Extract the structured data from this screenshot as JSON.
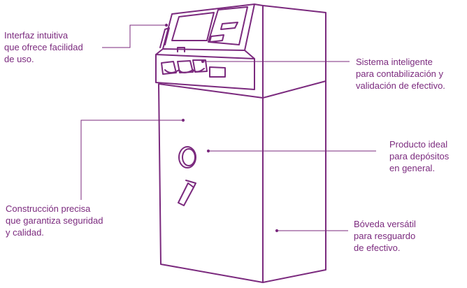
{
  "colors": {
    "stroke": "#7b2a7e",
    "text": "#7b2a7e",
    "background": "#ffffff"
  },
  "callouts": {
    "interface": "Interfaz intuitiva\nque ofrece facilidad\nde uso.",
    "system": "Sistema inteligente\npara contabilización y\nvalidación de efectivo.",
    "product": "Producto ideal\npara depósitos\nen general.",
    "construction": "Construcción precisa\nque garantiza seguridad\ny calidad.",
    "vault": "Bóveda versátil\npara resguardo\nde efectivo."
  }
}
